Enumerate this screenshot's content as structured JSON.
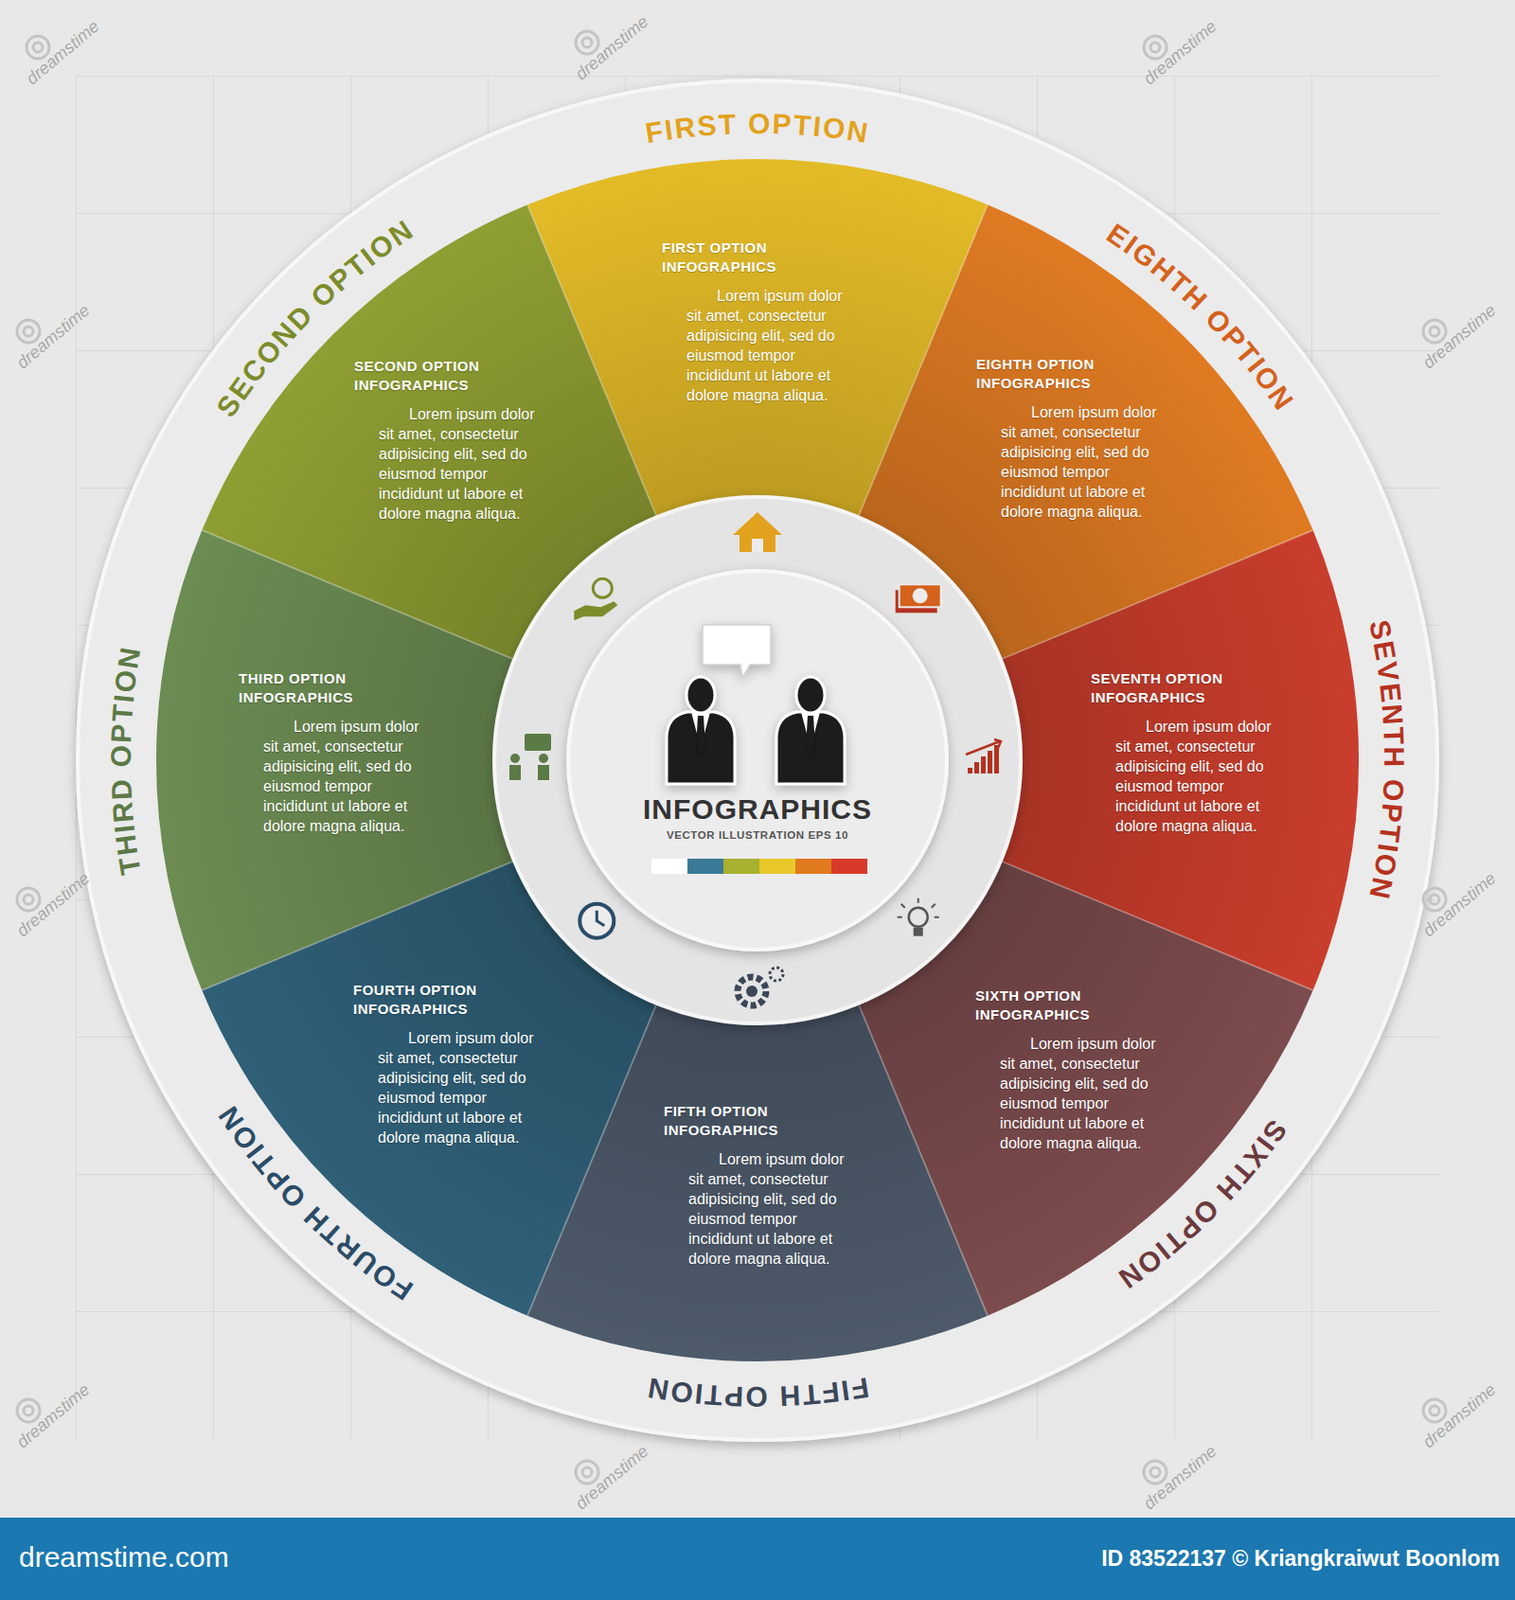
{
  "diagram": {
    "nodes": [
      {
        "text": [
          "FIRST OPTION INFOGRAPHICS",
          "Lorem ipsum dolor sit amet, consectetur adipisicing elit, sed do eiusmod tempor incididunt ut labore et dolore magna aliqua."
        ]
      },
      {
        "text": [
          "SECOND OPTION INFOGRAPHICS",
          "Lorem ipsum dolor sit amet, consectetur adipisicing elit, sed do eiusmod tempor incididunt ut labore et dolore magna aliqua."
        ]
      },
      {
        "text": [
          "THIRD OPTION INFOGRAPHICS",
          "Lorem ipsum dolor sit amet, consectetur adipisicing elit, sed do eiusmod tempor incididunt ut labore et dolore magna aliqua."
        ]
      },
      {
        "text": [
          "FOURTH OPTION INFOGRAPHICS",
          "Lorem ipsum dolor sit amet, consectetur adipisicing elit, sed do eiusmod tempor incididunt ut labore et dolore magna aliqua."
        ]
      },
      {
        "text": [
          "FIFTH OPTION INFOGRAPHICS",
          "Lorem ipsum dolor sit amet, consectetur adipisicing elit, sed do eiusmod tempor incididunt ut labore et dolore magna aliqua."
        ]
      },
      {
        "text": [
          "SIXTH OPTION INFOGRAPHICS",
          "Lorem ipsum dolor sit amet, consectetur adipisicing elit, sed do eiusmod tempor incididunt ut labore et dolore magna aliqua."
        ]
      },
      {
        "text": [
          "SEVENTH OPTION INFOGRAPHICS",
          "Lorem ipsum dolor sit amet, consectetur adipisicing elit, sed do eiusmod tempor incididunt ut labore et dolore magna aliqua."
        ]
      },
      {
        "text": [
          "EIGHTH OPTION INFOGRAPHICS",
          "Lorem ipsum dolor sit amet, consectetur adipisicing elit, sed do eiusmod tempor incididunt ut labore et dolore magna aliqua."
        ]
      },
      {
        "text": [
          "INFOGRAPHICS",
          "VECTOR ILLUSTRATION EPS 10"
        ]
      }
    ],
    "labels": [
      "FIRST OPTION",
      "SECOND OPTION",
      "THIRD OPTION",
      "FOURTH OPTION",
      "FIFTH OPTION",
      "SIXTH OPTION",
      "SEVENTH OPTION",
      "EIGHTH OPTION",
      "dreamstime",
      "dreamstime",
      "dreamstime",
      "dreamstime",
      "dreamstime",
      "dreamstime",
      "dreamstime",
      "dreamstime",
      "dreamstime",
      "dreamstime",
      "dreamstime",
      "dreamstime.com",
      "ID 83522137 © Kriangkraiwut Boonlom"
    ]
  }
}
